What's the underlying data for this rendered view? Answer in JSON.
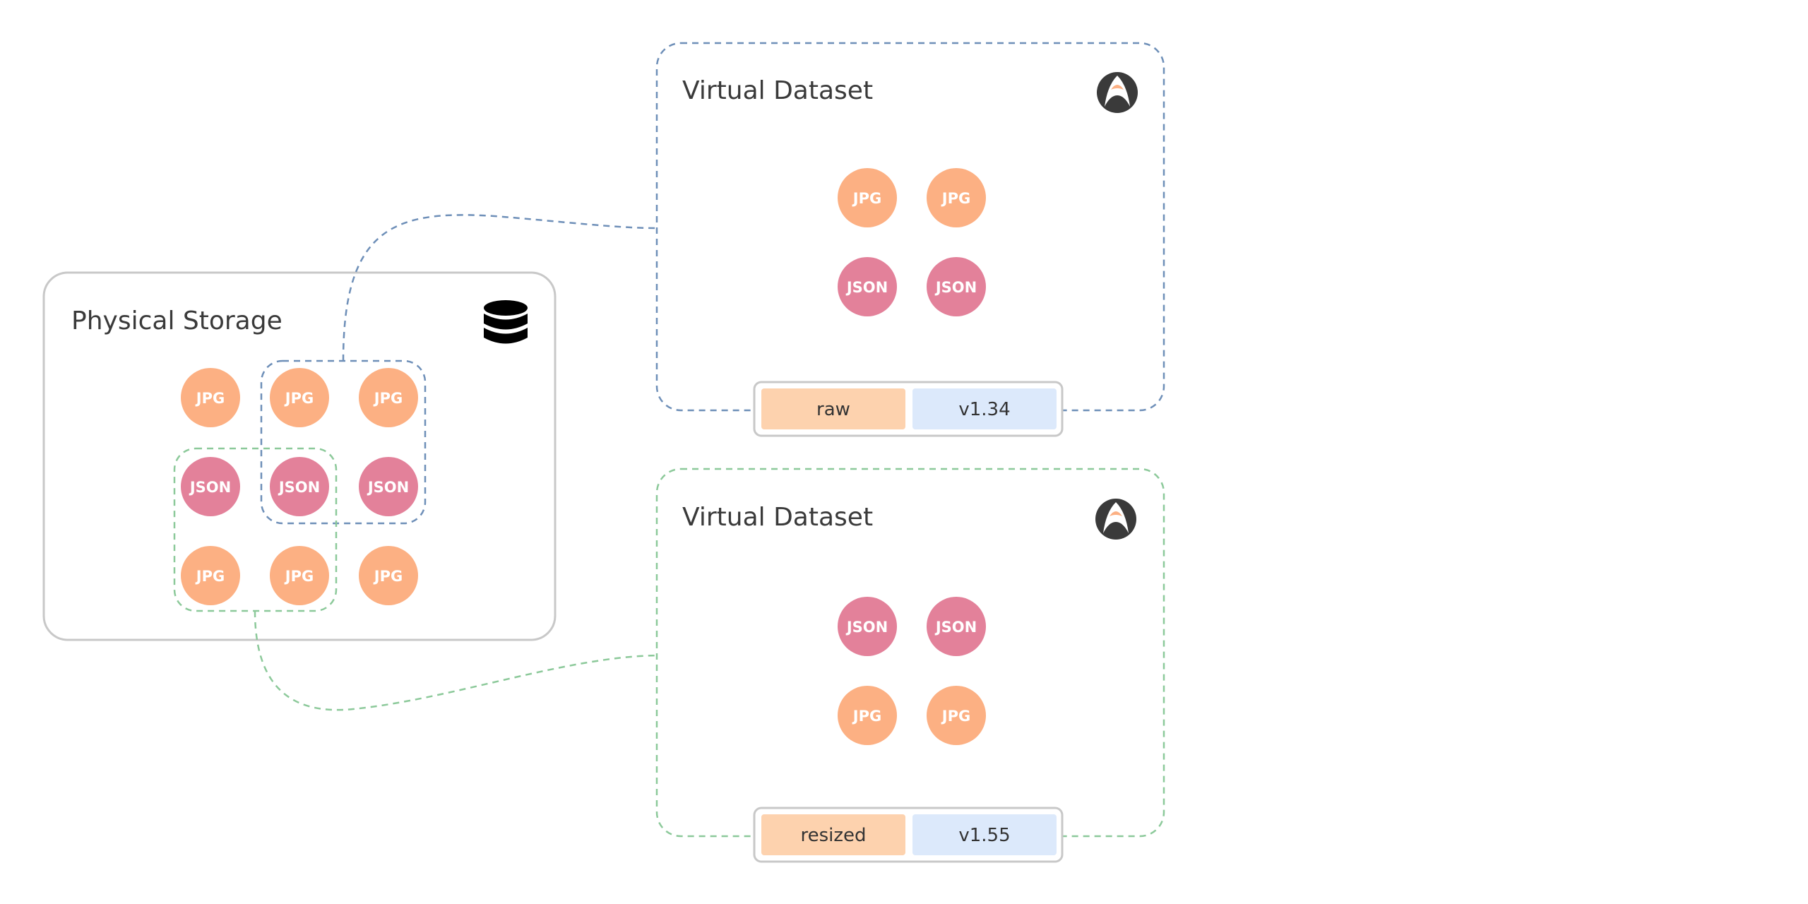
{
  "colors": {
    "jpg": "#fcb083",
    "json": "#e3819a",
    "blue_dash": "#6e8fb8",
    "green_dash": "#8cc99a",
    "panel_border": "#c8c8c8",
    "tag_name_bg": "#fdd2ae",
    "tag_version_bg": "#dce9fb"
  },
  "physical_storage": {
    "title": "Physical Storage",
    "icon": "database-icon",
    "files": [
      [
        "JPG",
        "JPG",
        "JPG"
      ],
      [
        "JSON",
        "JSON",
        "JSON"
      ],
      [
        "JPG",
        "JPG",
        "JPG"
      ]
    ]
  },
  "virtual_datasets": [
    {
      "title": "Virtual Dataset",
      "icon": "shark-logo-icon",
      "files": [
        [
          "JPG",
          "JPG"
        ],
        [
          "JSON",
          "JSON"
        ]
      ],
      "tag": {
        "name": "raw",
        "version": "v1.34"
      }
    },
    {
      "title": "Virtual Dataset",
      "icon": "shark-logo-icon",
      "files": [
        [
          "JSON",
          "JSON"
        ],
        [
          "JPG",
          "JPG"
        ]
      ],
      "tag": {
        "name": "resized",
        "version": "v1.55"
      }
    }
  ]
}
